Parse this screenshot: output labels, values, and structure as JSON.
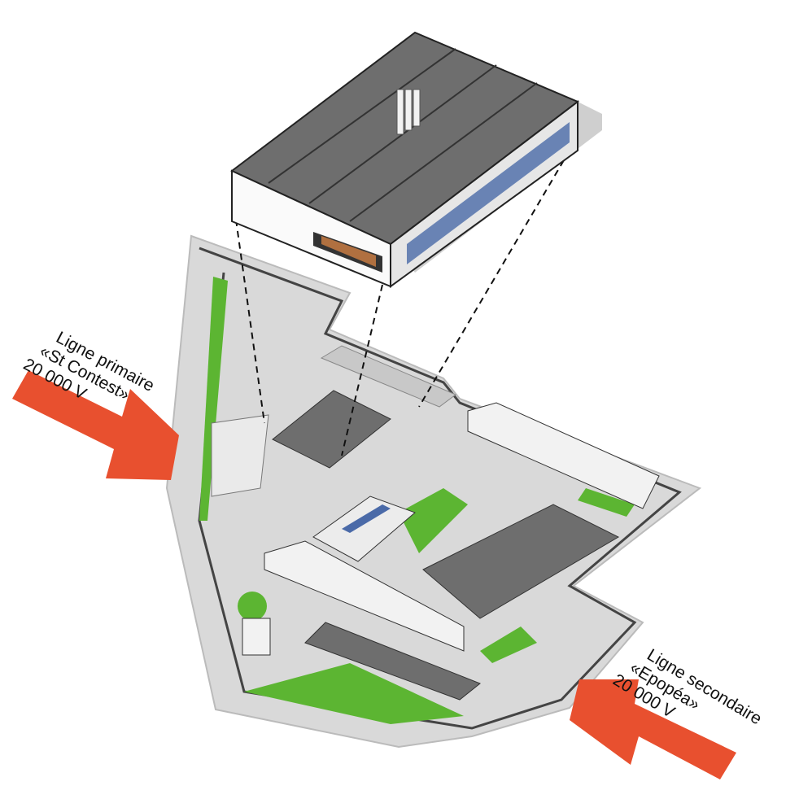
{
  "labels": {
    "primary": {
      "line1": "Ligne primaire",
      "line2": "«St Contest»",
      "line3": "20 000 V"
    },
    "secondary": {
      "line1": "Ligne secondaire",
      "line2": "«Epopéa»",
      "line3": "20 000 V"
    }
  },
  "colors": {
    "arrow": "#e8502f",
    "site": "#d9d9d9",
    "green": "#5cb532",
    "roof": "#6e6e6e",
    "window": "#4a6aa8"
  }
}
